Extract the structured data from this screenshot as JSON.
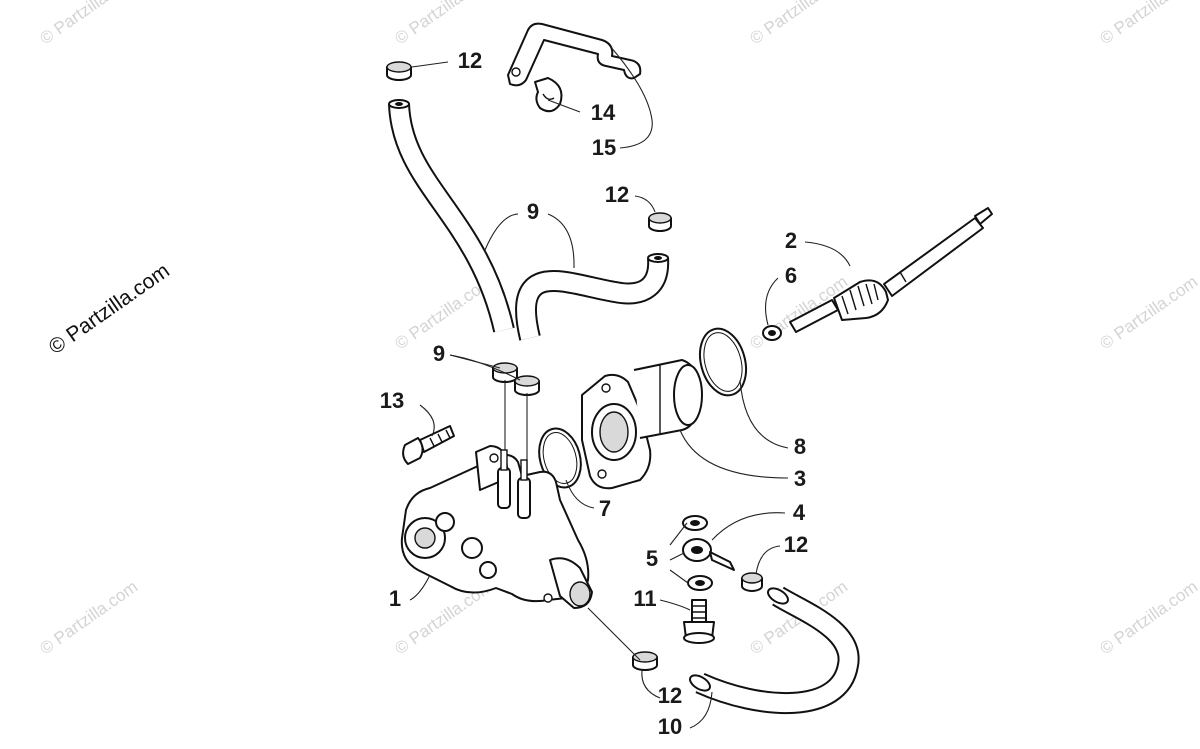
{
  "brand_watermark": "© Partzilla.com",
  "tile_watermark": "© Partzilla.com",
  "callouts": [
    {
      "id": "c12a",
      "label": "12"
    },
    {
      "id": "c14",
      "label": "14"
    },
    {
      "id": "c15",
      "label": "15"
    },
    {
      "id": "c9a",
      "label": "9"
    },
    {
      "id": "c12b",
      "label": "12"
    },
    {
      "id": "c2",
      "label": "2"
    },
    {
      "id": "c6",
      "label": "6"
    },
    {
      "id": "c9b",
      "label": "9"
    },
    {
      "id": "c13",
      "label": "13"
    },
    {
      "id": "c8",
      "label": "8"
    },
    {
      "id": "c3",
      "label": "3"
    },
    {
      "id": "c7",
      "label": "7"
    },
    {
      "id": "c4",
      "label": "4"
    },
    {
      "id": "c5",
      "label": "5"
    },
    {
      "id": "c12c",
      "label": "12"
    },
    {
      "id": "c1",
      "label": "1"
    },
    {
      "id": "c11",
      "label": "11"
    },
    {
      "id": "c12d",
      "label": "12"
    },
    {
      "id": "c10",
      "label": "10"
    }
  ]
}
